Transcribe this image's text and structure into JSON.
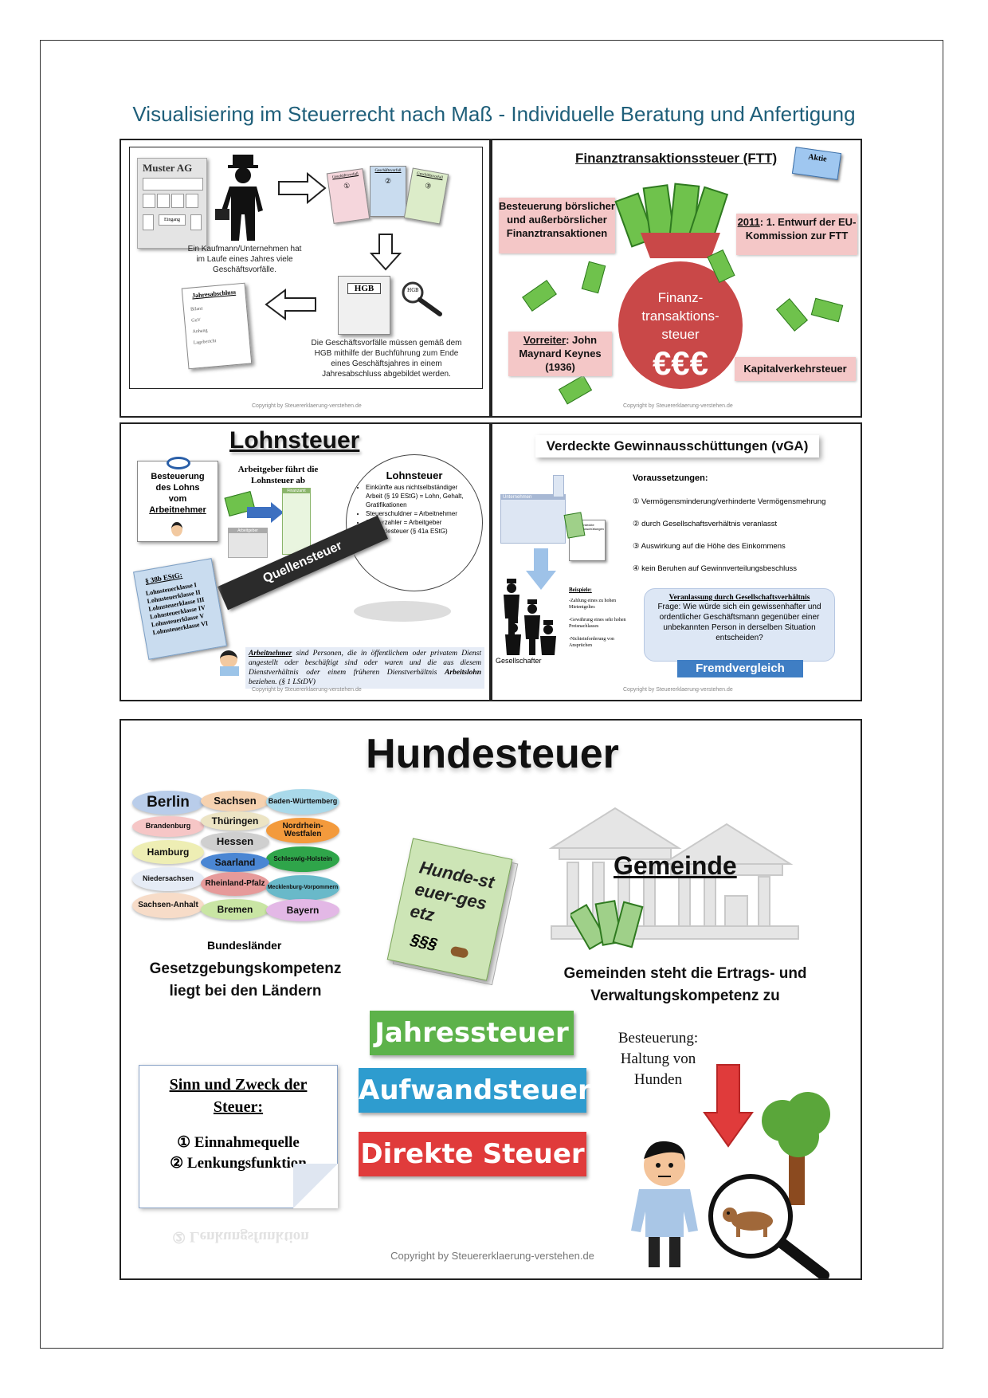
{
  "page_title": "Visualisiering im Steuerrecht nach Maß - Individuelle Beratung und Anfertigung",
  "copyright_small": "Copyright by Steuererklaerung-verstehen.de",
  "panel1": {
    "company": "Muster AG",
    "entrance": "Eingang",
    "doc_label": "Geschäftsvorfall",
    "nums": [
      "①",
      "②",
      "③"
    ],
    "text1": "Ein Kaufmann/Unternehmen hat im Laufe eines Jahres viele Geschäftsvorfälle.",
    "hgb": "HGB",
    "annual_title": "Jahresabschluss",
    "annual_items": [
      "Bilanz",
      "GuV",
      "Anhang",
      "Lagebericht"
    ],
    "text2": "Die Geschäftsvorfälle müssen gemäß dem HGB mithilfe der Buchführung zum Ende eines Geschäftsjahres in einem Jahresabschluss abgebildet werden."
  },
  "panel2": {
    "title": "Finanztransaktionssteuer (FTT)",
    "stock": "Aktie",
    "box1": "Besteuerung börslicher und außerbörslicher Finanztransaktionen",
    "box2_year": "2011",
    "box2_rest": ": 1. Entwurf der EU-Kommission zur FTT",
    "bag_text": "Finanz-transaktions-steuer",
    "euro": "€€€",
    "box3_label": "Vorreiter",
    "box3_rest": ": John Maynard Keynes (1936)",
    "box4": "Kapitalverkehrsteuer"
  },
  "panel3": {
    "title": "Lohnsteuer",
    "note": [
      "Besteuerung",
      "des Lohns",
      "vom",
      "Arbeitnehmer"
    ],
    "employer_text": "Arbeitgeber führt die Lohnsteuer ab",
    "finanzamt": "Finanzamt",
    "arbeitgeber": "Arbeitgeber",
    "circle_title": "Lohnsteuer",
    "circle_items": [
      "Einkünfte aus nichtselbständiger Arbeit (§ 19 EStG) = Lohn, Gehalt, Gratifikationen",
      "Steuerschuldner = Arbeitnehmer",
      "Steuerzahler = Arbeitgeber",
      "Anmeldesteuer (§ 41a EStG)"
    ],
    "bar_text": "Quellensteuer",
    "estg_title": "§ 38b EStG:",
    "estg_items": [
      "Lohnsteuerklasse I",
      "Lohnsteuerklasse II",
      "Lohnsteuerklasse III",
      "Lohnsteuerklasse IV",
      "Lohnsteuerklasse V",
      "Lohnsteuerklasse VI"
    ],
    "def_term": "Arbeitnehmer",
    "def_text": " sind Personen, die in öffentlichem oder privatem Dienst angestellt oder beschäftigt sind oder waren und die aus diesem Dienstverhältnis oder einem früheren Dienstverhältnis ",
    "def_term2": "Arbeitslohn",
    "def_end": " beziehen. (§ 1 LStDV)"
  },
  "panel4": {
    "title": "Verdeckte Gewinnausschüttungen (vGA)",
    "unternehmen": "Unternehmen",
    "req_title": "Voraussetzungen:",
    "reqs": [
      "① Vermögensminderung/verhinderte Vermögensmehrung",
      "② durch Gesellschaftsverhältnis veranlasst",
      "③ Auswirkung auf die Höhe des Einkommens",
      "④ kein Beruhen auf Gewinnverteilungsbeschluss"
    ],
    "docs_label": "verdeckte Gewinnausschüttungen",
    "examples_title": "Beispiele:",
    "examples": [
      "-Zahlung eines zu hohen Mietentgeltes",
      "-Gewährung eines sehr hohen Preisnachlasses",
      "-Nichteinforderung von Ansprüchen"
    ],
    "gesellschafter": "Gesellschafter",
    "box_title": "Veranlassung durch Gesellschaftsverhältnis",
    "box_text": "Frage: Wie würde sich ein gewissenhafter und ordentlicher Geschäftsmann gegenüber einer unbekannten Person in derselben Situation entscheiden?",
    "badge": "Fremdvergleich"
  },
  "panel5": {
    "title": "Hundesteuer",
    "states": [
      {
        "name": "Berlin",
        "color": "#b9cdea"
      },
      {
        "name": "Sachsen",
        "color": "#f6d2b0"
      },
      {
        "name": "Baden-Württemberg",
        "color": "#a9d9ea"
      },
      {
        "name": "Brandenburg",
        "color": "#f6c6c6"
      },
      {
        "name": "Thüringen",
        "color": "#ece4c4"
      },
      {
        "name": "Nordrhein-Westfalen",
        "color": "#f39a3c"
      },
      {
        "name": "Hessen",
        "color": "#cfcfcf"
      },
      {
        "name": "Hamburg",
        "color": "#eeeeb4"
      },
      {
        "name": "Schleswig-Holstein",
        "color": "#2fa54a"
      },
      {
        "name": "Saarland",
        "color": "#4a86d3"
      },
      {
        "name": "Niedersachsen",
        "color": "#e6ecf6"
      },
      {
        "name": "Rheinland-Pfalz",
        "color": "#e69a9a"
      },
      {
        "name": "Mecklenburg-Vorpommern",
        "color": "#69b9c9"
      },
      {
        "name": "Sachsen-Anhalt",
        "color": "#f7dcc8"
      },
      {
        "name": "Bremen",
        "color": "#c9e5a4"
      },
      {
        "name": "Bayern",
        "color": "#e3b8e6"
      }
    ],
    "bundeslaender": "Bundesländer",
    "competence_left": "Gesetzgebungskompetenz liegt bei den Ländern",
    "book": "Hunde-steuer-gesetz",
    "paragraphs": "§§§",
    "gemeinde": "Gemeinde",
    "competence_right": "Gemeinden steht die Ertrags- und Verwaltungskompetenz zu",
    "btn1": "Jahressteuer",
    "btn2": "Aufwandsteuer",
    "btn3": "Direkte Steuer",
    "tax_subject": "Besteuerung: Haltung von Hunden",
    "sinn_title": "Sinn und Zweck der Steuer:",
    "sinn_items": [
      "① Einnahmequelle",
      "② Lenkungsfunktion"
    ],
    "reflection": "② Lenkungsfunktion",
    "copyright": "Copyright by Steuererklaerung-verstehen.de"
  },
  "colors": {
    "title": "#1f5f7a",
    "green_btn": "#5db24a",
    "blue_btn": "#2e9ccf",
    "red_btn": "#e03b3b",
    "pink_box": "#f4c7c7"
  }
}
